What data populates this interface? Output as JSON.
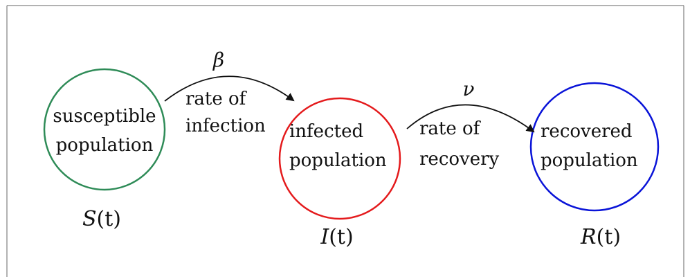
{
  "colors": {
    "susceptible": "#2e8b57",
    "infected": "#e41a1c",
    "recovered": "#0a14d8",
    "ink": "#111111",
    "frame": "#666666"
  },
  "nodes": {
    "susceptible": {
      "line1": "susceptible",
      "line2": "population",
      "symbol_letter": "S",
      "symbol_args": "(t)"
    },
    "infected": {
      "line1": "infected",
      "line2": "population",
      "symbol_letter": "I",
      "symbol_args": "(t)"
    },
    "recovered": {
      "line1": "recovered",
      "line2": "population",
      "symbol_letter": "R",
      "symbol_args": "(t)"
    }
  },
  "transitions": {
    "infection": {
      "symbol": "β",
      "line1": "rate of",
      "line2": "infection"
    },
    "recovery": {
      "symbol": "ν",
      "line1": "rate of",
      "line2": "recovery"
    }
  }
}
